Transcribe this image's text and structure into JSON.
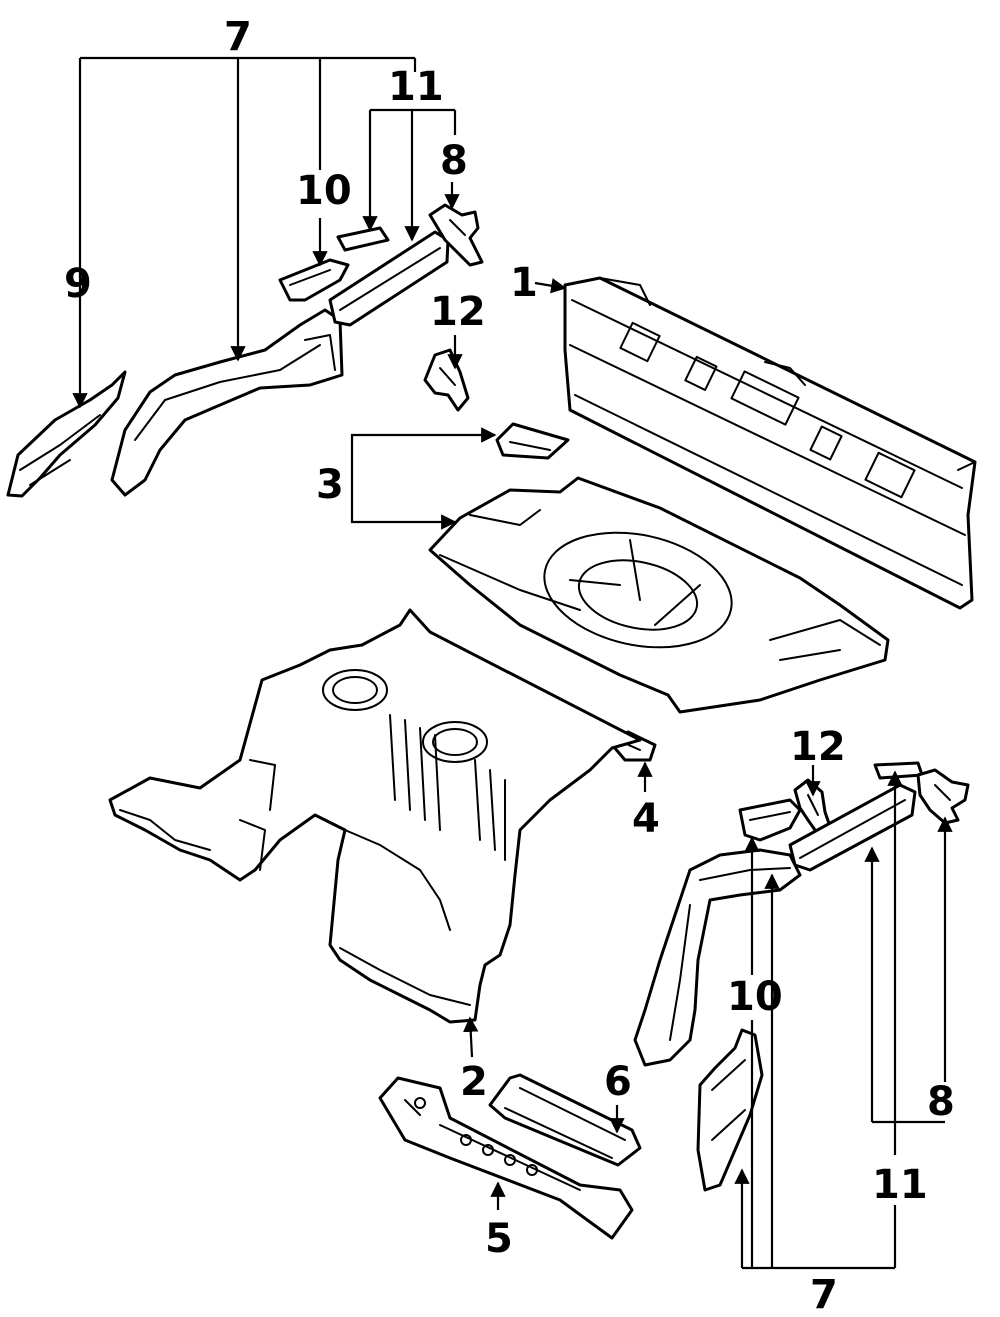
{
  "colors": {
    "line": "#000000",
    "background": "#ffffff"
  },
  "callouts": {
    "c1": "1",
    "c2": "2",
    "c3": "3",
    "c4": "4",
    "c5": "5",
    "c6": "6",
    "c7_top": "7",
    "c7_bottom": "7",
    "c8_top": "8",
    "c8_bottom": "8",
    "c9": "9",
    "c10_top": "10",
    "c10_bottom": "10",
    "c11_top": "11",
    "c11_bottom": "11",
    "c12_top": "12",
    "c12_bottom": "12"
  }
}
